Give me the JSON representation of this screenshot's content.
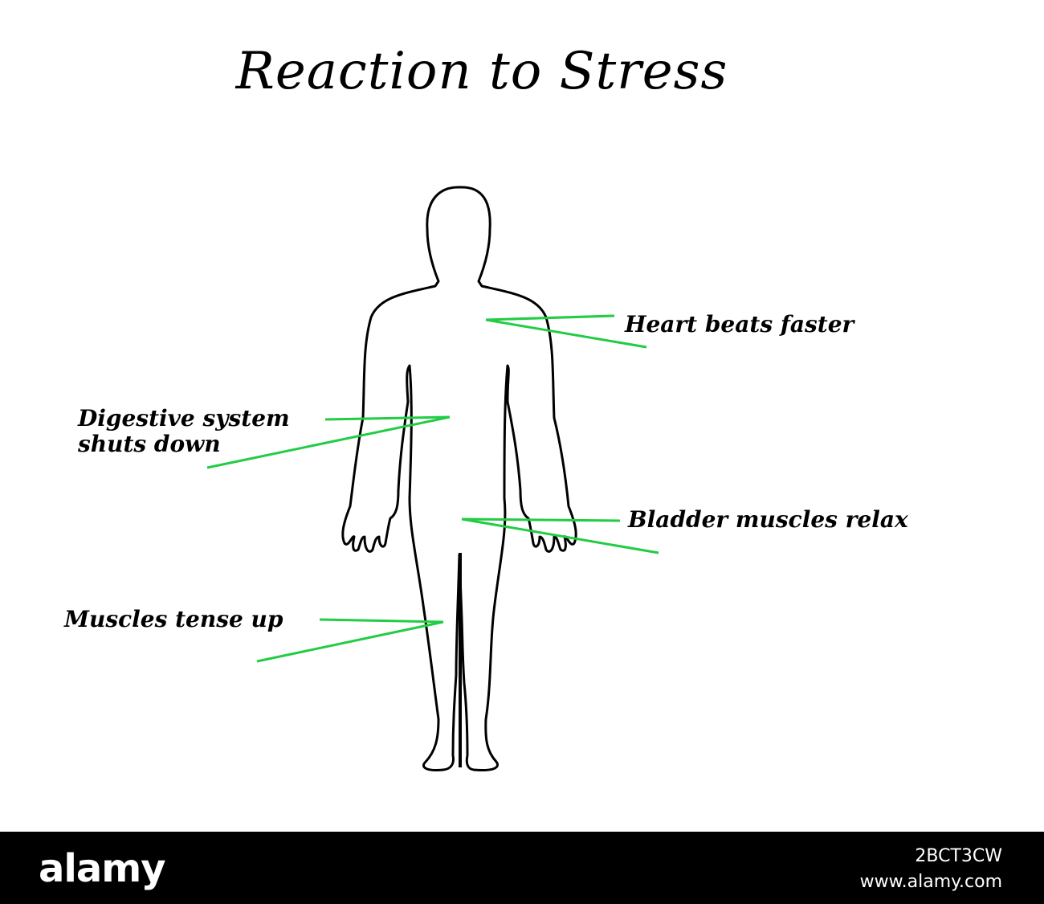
{
  "title": "Reaction to Stress",
  "labels": {
    "heart": "Heart beats faster",
    "digestive_line1": "Digestive system",
    "digestive_line2": "shuts down",
    "bladder": "Bladder muscles relax",
    "muscles": "Muscles tense up"
  },
  "footer": {
    "brand": "alamy",
    "image_id": "2BCT3CW",
    "url": "www.alamy.com"
  },
  "colors": {
    "pointer": "#22cc44",
    "outline": "#000000",
    "footer_bg": "#000000"
  }
}
